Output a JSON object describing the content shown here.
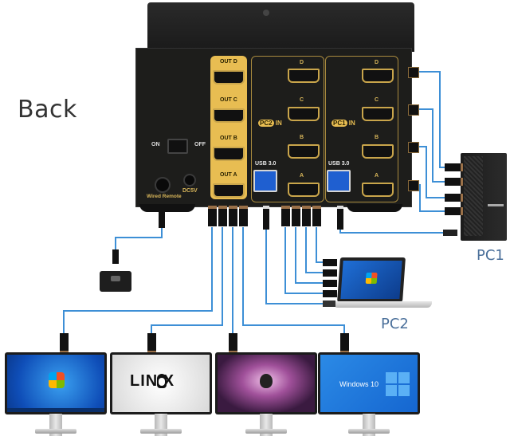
{
  "diagram": {
    "title": "Back",
    "type": "KVM switch back-panel connection diagram",
    "kvm": {
      "power_switch": {
        "on_label": "ON",
        "off_label": "OFF"
      },
      "wired_remote_label": "Wired Remote",
      "power_label": "DC5V",
      "outputs": [
        {
          "label": "OUT",
          "port": "D"
        },
        {
          "label": "OUT",
          "port": "C"
        },
        {
          "label": "OUT",
          "port": "B"
        },
        {
          "label": "OUT",
          "port": "A"
        }
      ],
      "inputs": [
        {
          "name": "PC2",
          "suffix": "IN",
          "usb_label": "USB 3.0",
          "ports": [
            "D",
            "C",
            "B",
            "A"
          ]
        },
        {
          "name": "PC1",
          "suffix": "IN",
          "usb_label": "USB 3.0",
          "ports": [
            "D",
            "C",
            "B",
            "A"
          ]
        }
      ]
    },
    "devices": {
      "pc1_label": "PC1",
      "pc2_label": "PC2",
      "monitors": [
        {
          "os": "Windows 7",
          "screen_text": ""
        },
        {
          "os": "Linux",
          "screen_text": "LIN X"
        },
        {
          "os": "macOS",
          "screen_text": ""
        },
        {
          "os": "Windows 10",
          "screen_text": "Windows 10"
        }
      ]
    },
    "colors": {
      "cable": "#3d8fd6",
      "kvm_body": "#1d1d1b",
      "gold_accent": "#e8bd52",
      "usb_blue": "#1f5fd0",
      "label_text": "#4a6f9a"
    }
  }
}
